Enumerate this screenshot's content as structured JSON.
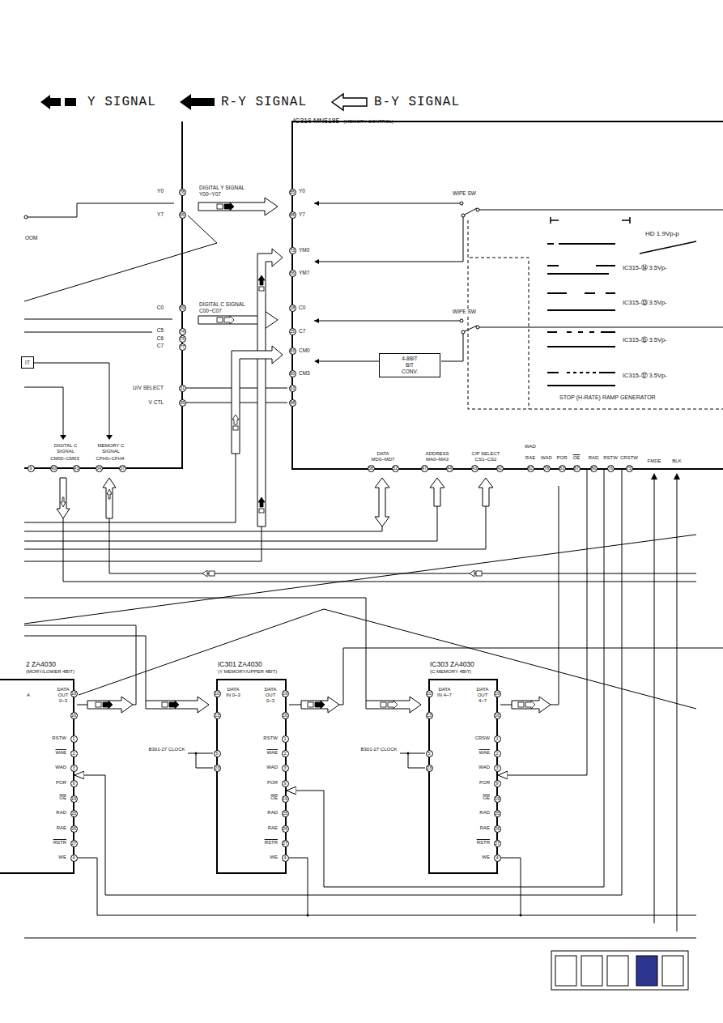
{
  "diagram": {
    "nodes": [
      {
        "text": [
          "IC316 MN5185",
          "(MEMORY CONTROL)"
        ]
      },
      {
        "text": [
          "4-8BIT BIT CONV."
        ],
        "in": 0
      },
      {
        "text": [
          "IT"
        ]
      },
      {
        "text": [
          "2 ZA4030",
          "(MORY/LOWER 4BIT)"
        ]
      },
      {
        "text": [
          "IC301 ZA4030",
          "(Y MEMORY/UPPER 4BIT)"
        ]
      },
      {
        "text": [
          "IC303 ZA4030",
          "(C MEMORY 4BIT)"
        ]
      }
    ],
    "edges": [
      {
        "from": 0,
        "to": 5,
        "arrow": "to"
      },
      {
        "from": 0,
        "to": 4,
        "arrow": "to"
      },
      {
        "from": 0,
        "to": 3,
        "arrow": "to"
      }
    ],
    "labels": [
      "Y0",
      "78",
      "Y7",
      "65",
      "OOM",
      "C0",
      "59",
      "C5",
      "74",
      "C6",
      "75",
      "C7",
      "77",
      "U/V SELECT",
      "31",
      "V CTL",
      "35",
      "DIGITAL Y SIGNAL",
      "Y00~Y07",
      "DIGITAL C SIGNAL",
      "C00~C07",
      "85",
      "Y0",
      "88",
      "Y7",
      "73",
      "YM0",
      "66",
      "YM7",
      "18",
      "C0",
      "25",
      "C7",
      "83",
      "CM0",
      "80",
      "CM3",
      "63",
      "98",
      "WIPE SW",
      "WIPE SW",
      "HD 1.9Vp-p",
      "IC315-⑭ 3.5Vp-",
      "IC315-⑬ 3.5Vp-",
      "IC315-⑮ 3.5Vp-",
      "IC315-⑫ 3.5Vp-",
      "STOP (H-RATE) RAMP GENERATOR",
      "9",
      "DIGITAL C SIGNAL",
      "CM00~CM03",
      "40",
      "43",
      "MEMORY C SIGNAL",
      "CFH0~CFH4",
      "34",
      "37",
      "DATA",
      "MD0~MD7",
      "58",
      "52",
      "ADDRESS",
      "MA0~MA3",
      "47",
      "44",
      "CIP SELECT",
      "CS1~CS2",
      "43",
      "42",
      "WAD",
      "RAE",
      "82",
      "WAD",
      "78",
      "POR",
      "83",
      "OE",
      "87",
      "RAD",
      "86",
      "RSTW",
      "76",
      "CRSTW",
      "75",
      "FMDE",
      "BLK",
      "A",
      "DATA OUT 0~3",
      "19",
      "16",
      "RSTW",
      "1",
      "WAE",
      "2",
      "WAD",
      "3",
      "POR",
      "9",
      "OE",
      "19",
      "RAD",
      "25",
      "RAE",
      "26",
      "RSTR",
      "27",
      "WE",
      "4",
      "DATA IN 0~3",
      "10",
      "13",
      "DATA OUT 0~3",
      "19",
      "16",
      "B301-27 CLOCK",
      "5",
      "23",
      "RSTW",
      "1",
      "WAE",
      "2",
      "WAD",
      "3",
      "POR",
      "9",
      "OE",
      "19",
      "RAD",
      "25",
      "RAE",
      "26",
      "RSTR",
      "27",
      "WE",
      "4",
      "DATA IN 4~7",
      "10",
      "13",
      "DATA OUT 4~7",
      "19",
      "16",
      "B301-27 CLOCK",
      "5",
      "23",
      "CRSW",
      "1",
      "WAE",
      "2",
      "WAD",
      "3",
      "POR",
      "9",
      "OE",
      "19",
      "RAD",
      "25",
      "RAE",
      "26",
      "RSTR",
      "27",
      "WE",
      "4"
    ],
    "legend": [
      {
        "text": "Y SIGNAL"
      },
      {
        "text": "R-Y SIGNAL"
      },
      {
        "text": "B-Y SIGNAL"
      }
    ]
  }
}
